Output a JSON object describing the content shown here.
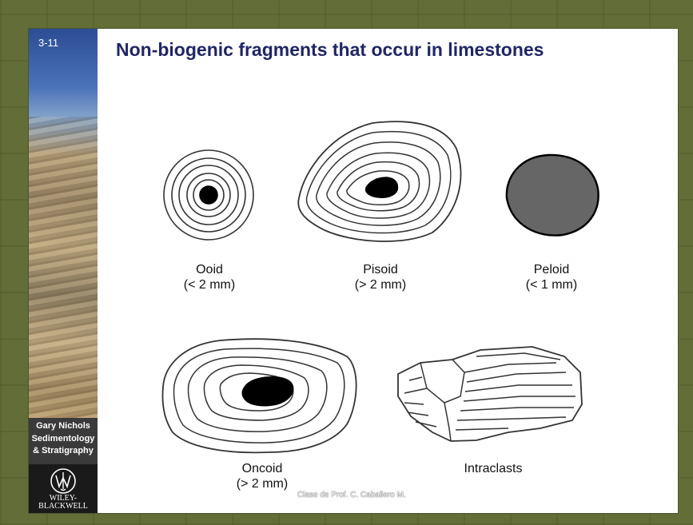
{
  "slide": {
    "number": "3-11",
    "title": "Non-biogenic fragments that occur in limestones"
  },
  "branding": {
    "author": "Gary Nichols",
    "book_line1": "Sedimentology",
    "book_line2": "& Stratigraphy",
    "publisher_line1": "WILEY-",
    "publisher_line2": "BLACKWELL"
  },
  "figures": [
    {
      "name": "Ooid",
      "size": "(< 2 mm)"
    },
    {
      "name": "Pisoid",
      "size": "(> 2 mm)"
    },
    {
      "name": "Peloid",
      "size": "(< 1 mm)"
    },
    {
      "name": "Oncoid",
      "size": "(> 2 mm)"
    },
    {
      "name": "Intraclasts",
      "size": ""
    }
  ],
  "credit": "Clase de Prof. C. Caballero M.",
  "colors": {
    "title": "#1f2666",
    "peloid_fill": "#666666",
    "nucleus_fill": "#000000"
  }
}
